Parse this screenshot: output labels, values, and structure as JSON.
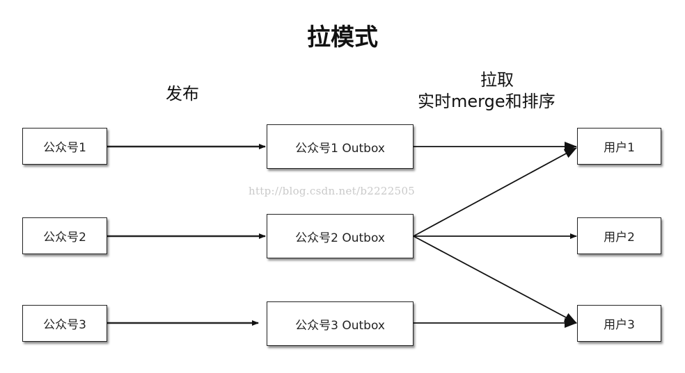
{
  "title": "拉模式",
  "publish_label": "发布",
  "pull_label_line1": "拉取",
  "pull_label_line2": "实时merge和排序",
  "publishers": [
    "公众号1",
    "公众号2",
    "公众号3"
  ],
  "outboxes": [
    "公众号1 Outbox",
    "公众号2 Outbox",
    "公众号3 Outbox"
  ],
  "users": [
    "用户1",
    "用户2",
    "用户3"
  ],
  "watermark": "http://blog.csdn.net/b2222505"
}
